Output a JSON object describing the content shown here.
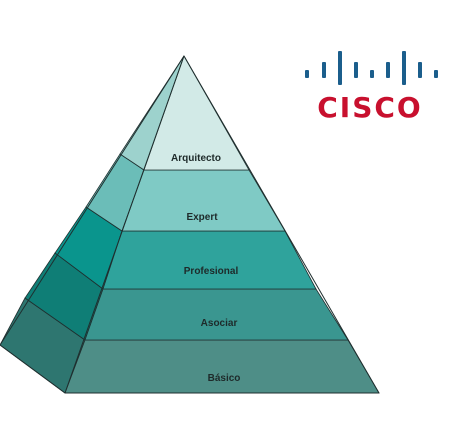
{
  "pyramid": {
    "levels": [
      {
        "label": "Básico"
      },
      {
        "label": "Asociar"
      },
      {
        "label": "Profesional"
      },
      {
        "label": "Expert"
      },
      {
        "label": "Arquitecto"
      }
    ]
  },
  "logo": {
    "text": "CISCO",
    "color": "#C8102E",
    "bars_color": "#1B5E8C"
  },
  "colors": {
    "label": "#1E2A2A",
    "stroke": "#1F2F2F",
    "front_tiers": [
      "#4E8E87",
      "#3A9690",
      "#2FA39C",
      "#7FCAC5",
      "#D2EAE7"
    ],
    "side_tiers": [
      "#2E7670",
      "#0F7E76",
      "#0A958D",
      "#6BBDB8",
      "#9DD2CD"
    ]
  }
}
